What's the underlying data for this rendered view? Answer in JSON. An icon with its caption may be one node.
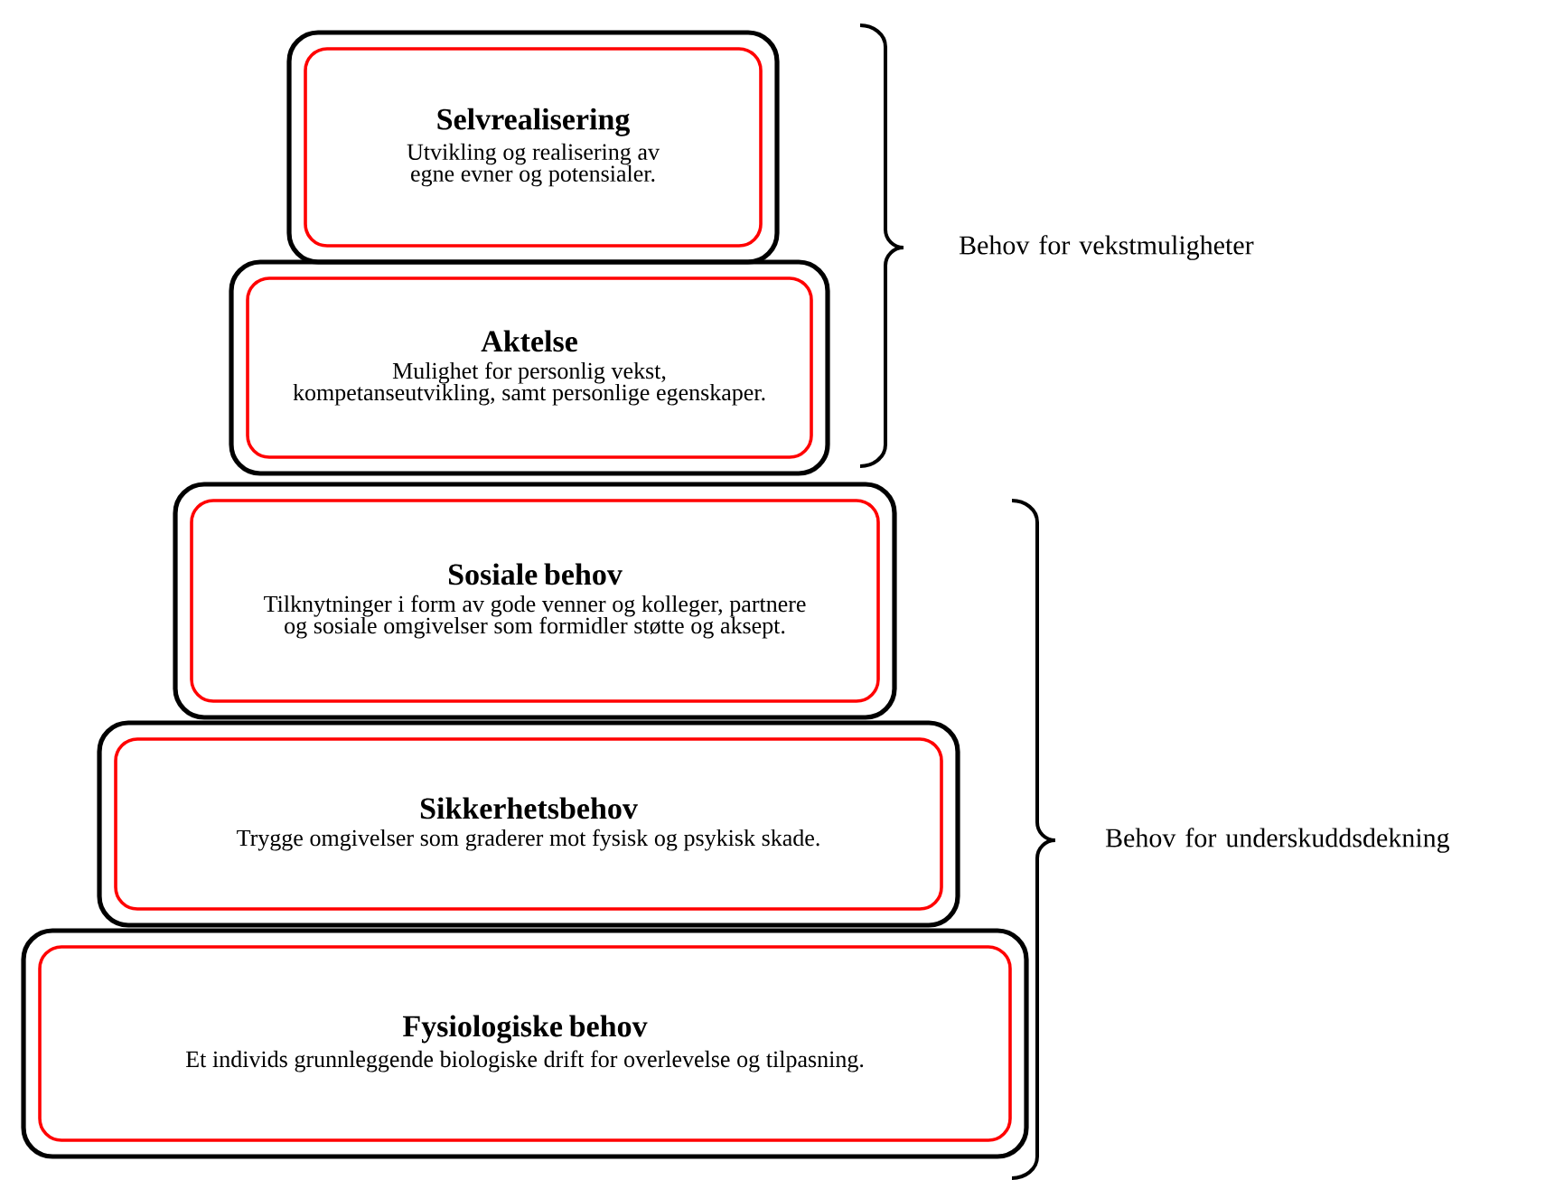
{
  "diagram": {
    "nodes": [
      {
        "text": [
          "Selvrealisering",
          "Utvikling og realisering av egne evner og potensialer."
        ]
      },
      {
        "text": [
          "Aktelse",
          "Mulighet for personlig vekst, kompetanseutvikling, samt personlige egenskaper."
        ]
      },
      {
        "text": [
          "Sosiale behov",
          "Tilknytninger i form av gode venner og kolleger, partnere og sosiale omgivelser som formidler støtte og aksept."
        ]
      },
      {
        "text": [
          "Sikkerhetsbehov",
          "Trygge omgivelser som graderer mot fysisk og psykisk skade."
        ]
      },
      {
        "text": [
          "Fysiologiske behov",
          "Et individs grunnleggende biologiske drift for overlevelse og tilpasning."
        ]
      }
    ],
    "labels": [
      "Behov for vekstmuligheter",
      "Behov for underskuddsdekning"
    ]
  }
}
